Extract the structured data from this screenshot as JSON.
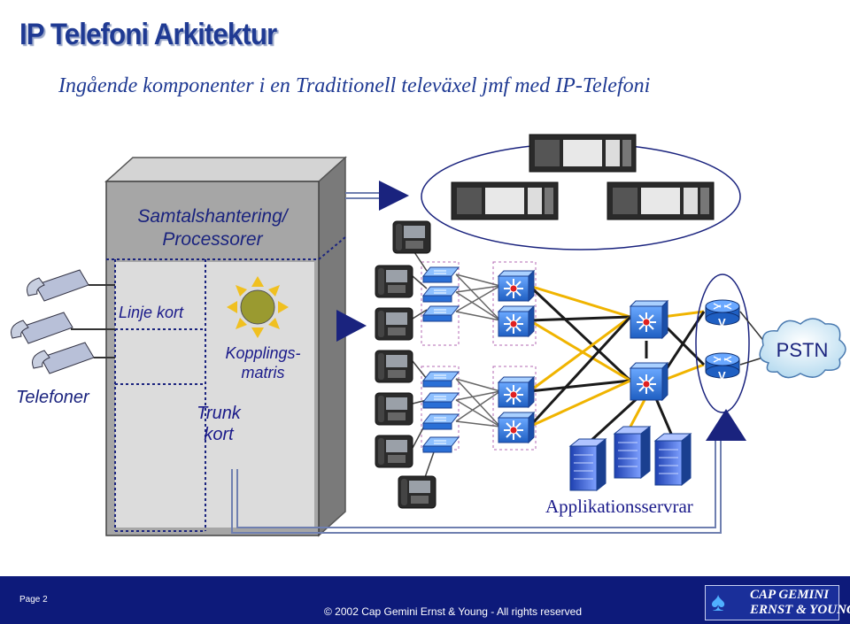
{
  "title": "IP Telefoni Arkitektur",
  "subtitle": "Ingående komponenter i en Traditionell televäxel jmf med IP-Telefoni",
  "labels": {
    "processor": "Samtalshantering/\nProcessorer",
    "linje": "Linje kort",
    "koppling": "Kopplings-\nmatris",
    "trunk": "Trunk\nkort",
    "telefoner": "Telefoner",
    "pstn": "PSTN",
    "gateway_mark": "V",
    "app_servers": "Applikationsservrar"
  },
  "footer": {
    "page": "Page 2",
    "copyright": "© 2002 Cap Gemini Ernst & Young - All rights reserved",
    "logo_line1": "CAP GEMINI",
    "logo_line2": "ERNST & YOUNG"
  },
  "colors": {
    "title": "#1f3a93",
    "pbx_gray": "#a6a6a6",
    "switch_blue": "#2a6fd6",
    "footer_bg": "#0d1a7a",
    "arrow": "#1a237e",
    "link_yellow": "#f0b400"
  }
}
